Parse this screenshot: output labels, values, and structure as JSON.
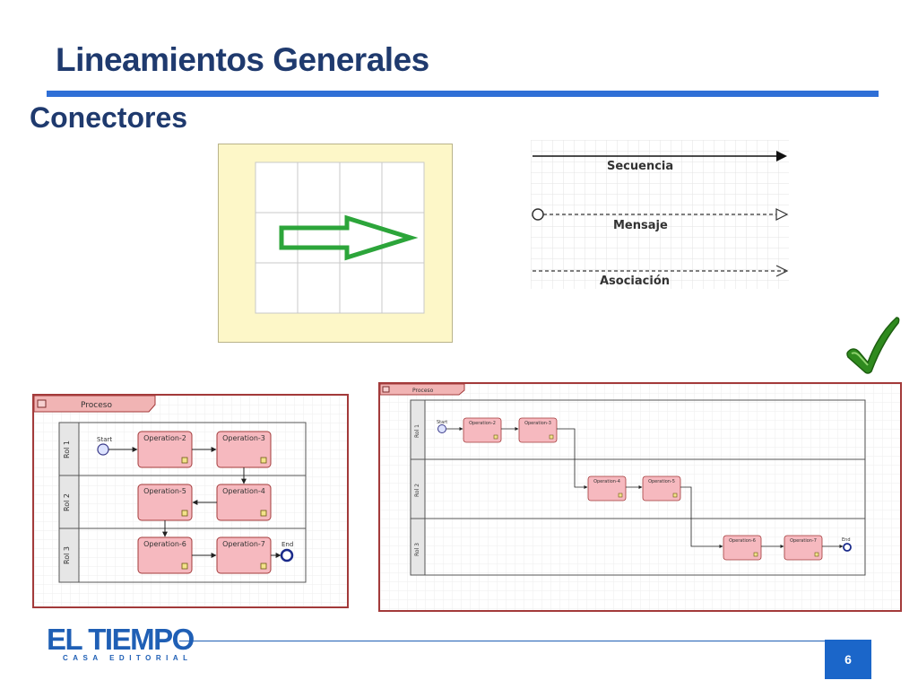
{
  "slide": {
    "title": "Lineamientos Generales",
    "subtitle": "Conectores",
    "page_number": "6"
  },
  "legend": {
    "sequence_label": "Secuencia",
    "message_label": "Mensaje",
    "association_label": "Asociación"
  },
  "diagram_left": {
    "process_label": "Proceso",
    "lanes": [
      "Rol 1",
      "Rol 2",
      "Rol 3"
    ],
    "start_label": "Start",
    "end_label": "End",
    "operations": [
      "Operation-2",
      "Operation-3",
      "Operation-5",
      "Operation-4",
      "Operation-6",
      "Operation-7"
    ]
  },
  "diagram_right": {
    "process_label": "Proceso",
    "lanes": [
      "Rol 1",
      "Rol 2",
      "Rol 3"
    ],
    "start_label": "Start",
    "end_label": "End",
    "operations": [
      "Operation-2",
      "Operation-3",
      "Operation-4",
      "Operation-5",
      "Operation-6",
      "Operation-7"
    ]
  },
  "footer": {
    "logo_text": "EL TIEMPO",
    "logo_subtext": "CASA EDITORIAL"
  },
  "colors": {
    "title": "#1f3a6e",
    "accent_blue": "#2f6fd6",
    "arrow_green": "#2ca53a",
    "task_fill": "#f6b9bf",
    "task_border": "#a33a3a",
    "check_green": "#2f8a1e"
  }
}
